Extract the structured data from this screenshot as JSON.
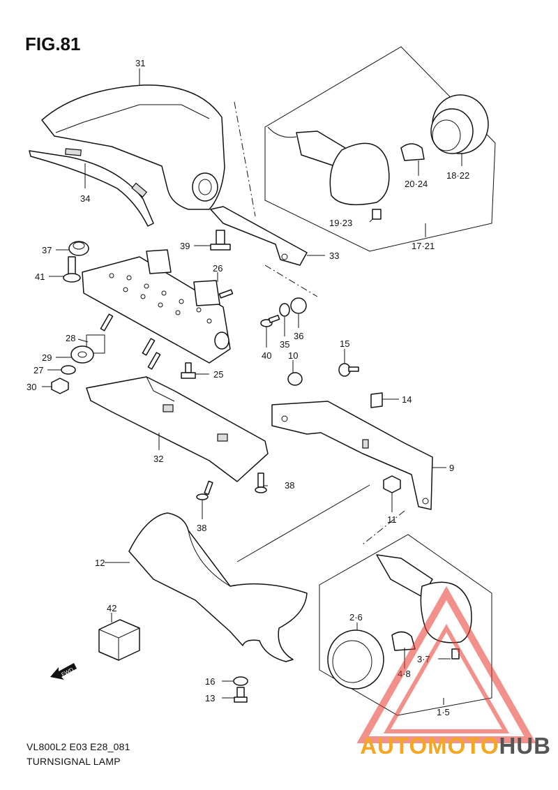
{
  "figure": {
    "title": "FIG.81"
  },
  "footer": {
    "model_code": "VL800L2 E03 E28_081",
    "section_name": "TURNSIGNAL LAMP"
  },
  "watermark": {
    "part1": "AUTOMOTO",
    "part2": "HUB",
    "color_primary": "#f5a623",
    "color_secondary": "#e8392e",
    "color_tertiary": "#555555"
  },
  "fwd_label": "FWD",
  "callouts": [
    "31",
    "34",
    "18·22",
    "20·24",
    "19·23",
    "17·21",
    "37",
    "39",
    "33",
    "41",
    "26",
    "36",
    "35",
    "40",
    "15",
    "10",
    "14",
    "28",
    "29",
    "27",
    "30",
    "25",
    "9",
    "32",
    "38",
    "38",
    "11",
    "12",
    "42",
    "2·6",
    "3·7",
    "4·8",
    "16",
    "13",
    "1·5"
  ]
}
